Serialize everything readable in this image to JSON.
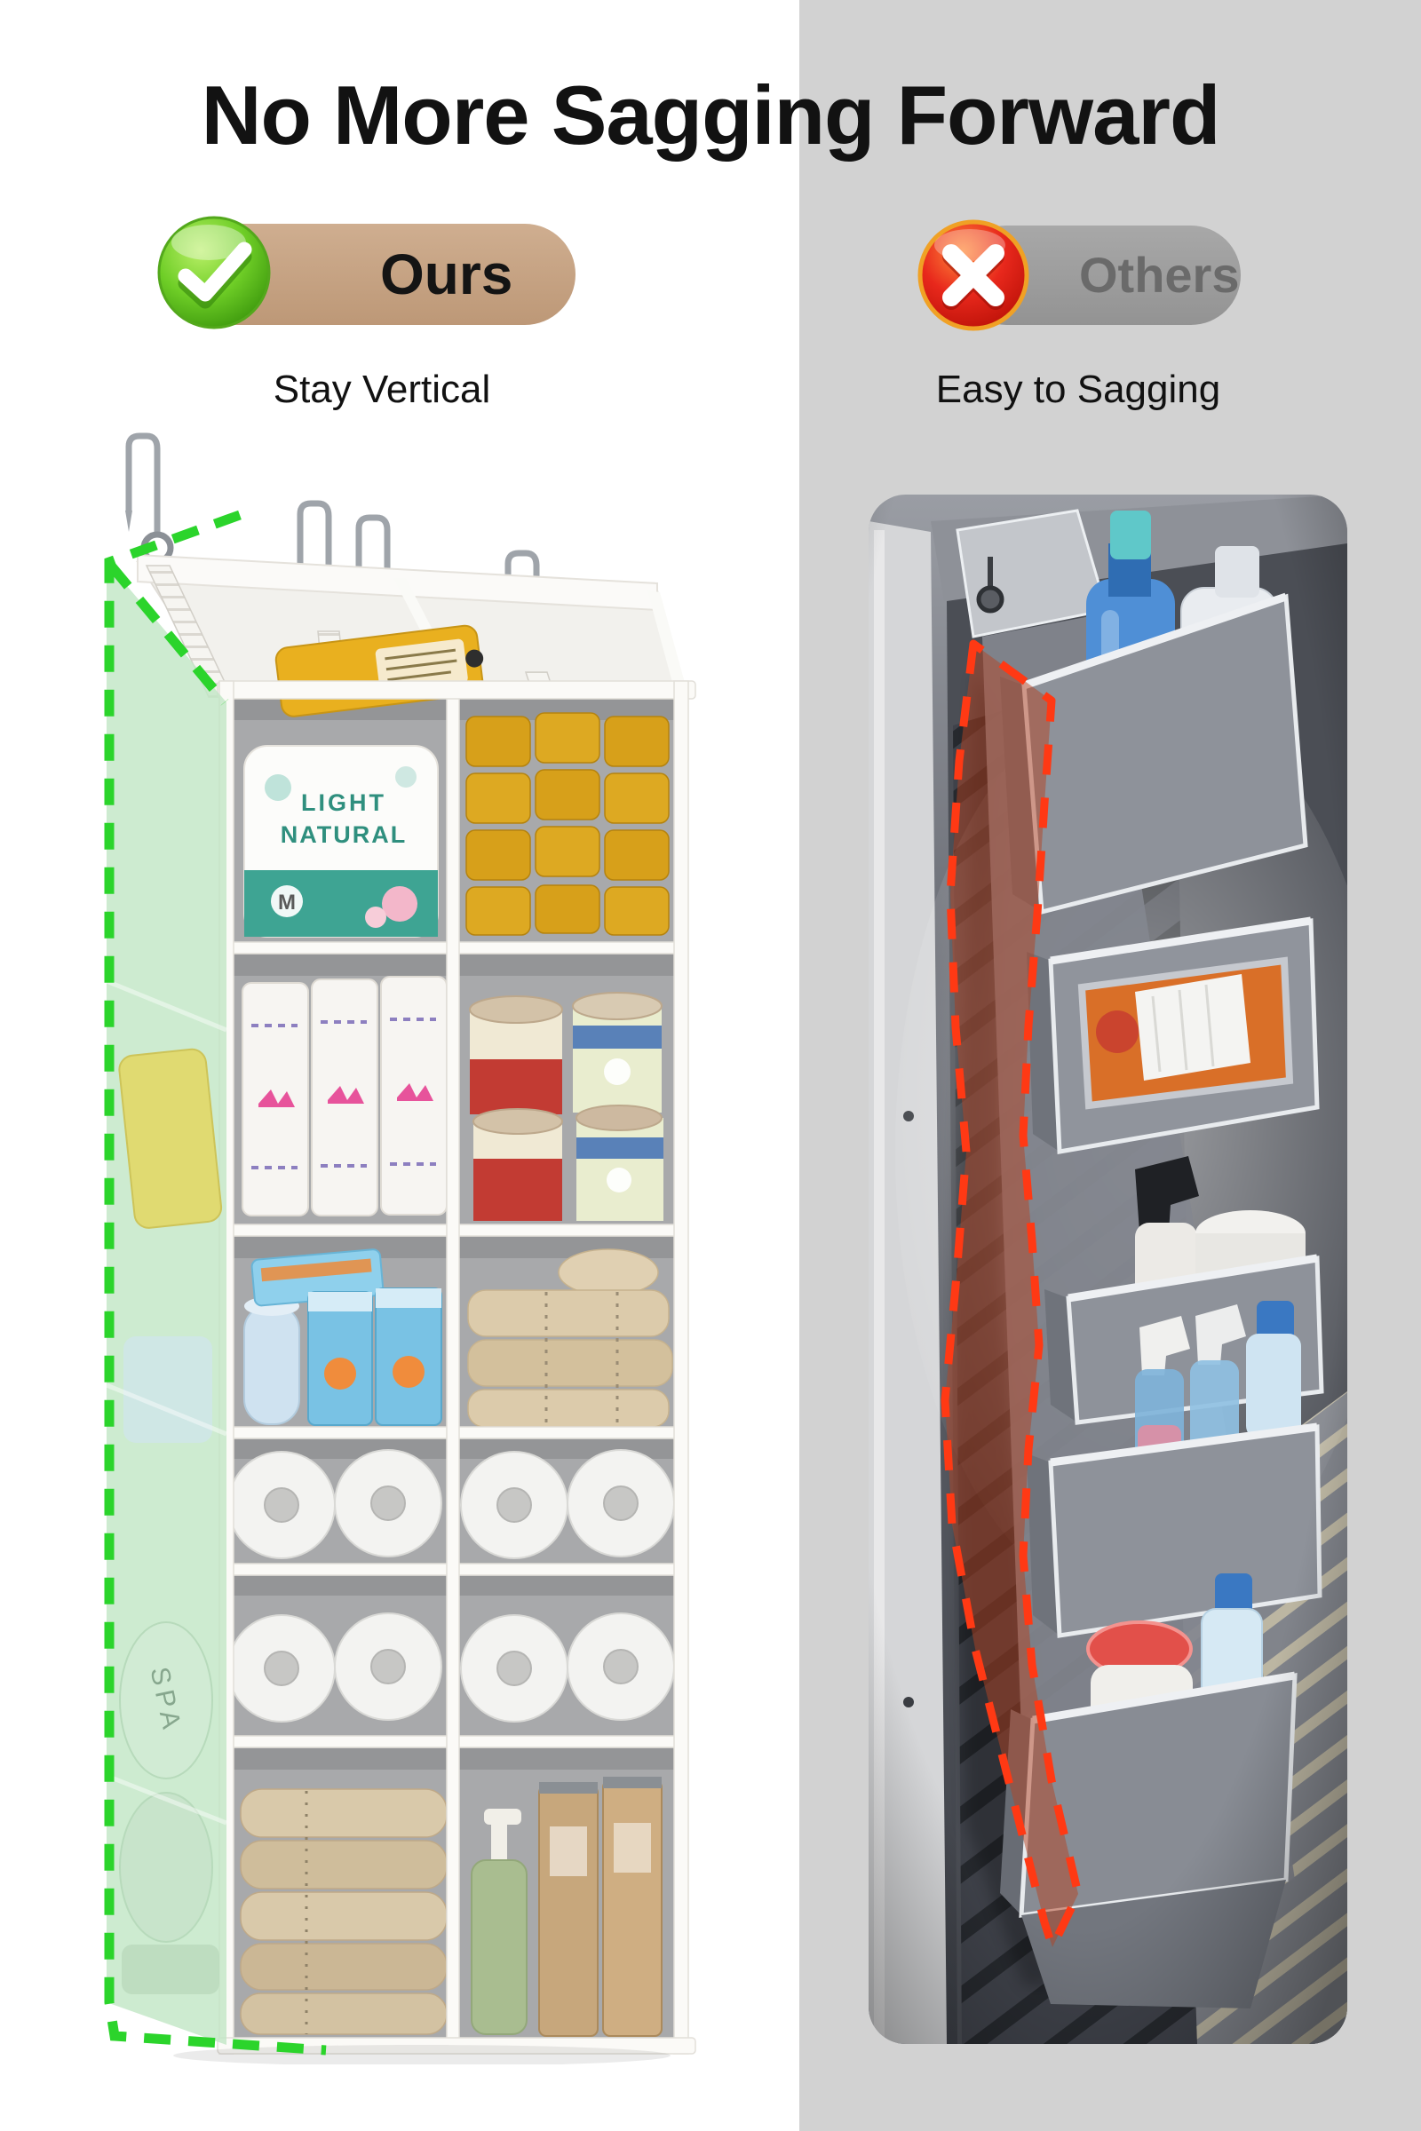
{
  "page": {
    "title": "No More Sagging Forward",
    "background_left": "#ffffff",
    "background_right_panel": "#d2d2d2"
  },
  "comparison": {
    "ours": {
      "badge_label": "Ours",
      "caption": "Stay Vertical",
      "icon": "check-icon",
      "badge_color": "#c5a284",
      "check_green": "#5cc219",
      "outline_color": "#2bd42b"
    },
    "others": {
      "badge_label": "Others",
      "caption": "Easy to Sagging",
      "icon": "cross-icon",
      "badge_color": "#9c9c9c",
      "label_color": "#6a6a6a",
      "cross_red": "#e6261d",
      "outline_color": "#ff3914"
    }
  },
  "left_photo": {
    "wipes_line1": "LIGHT",
    "wipes_line2": "NATURAL",
    "wipes_size": "M",
    "towel_text": "SPA"
  }
}
